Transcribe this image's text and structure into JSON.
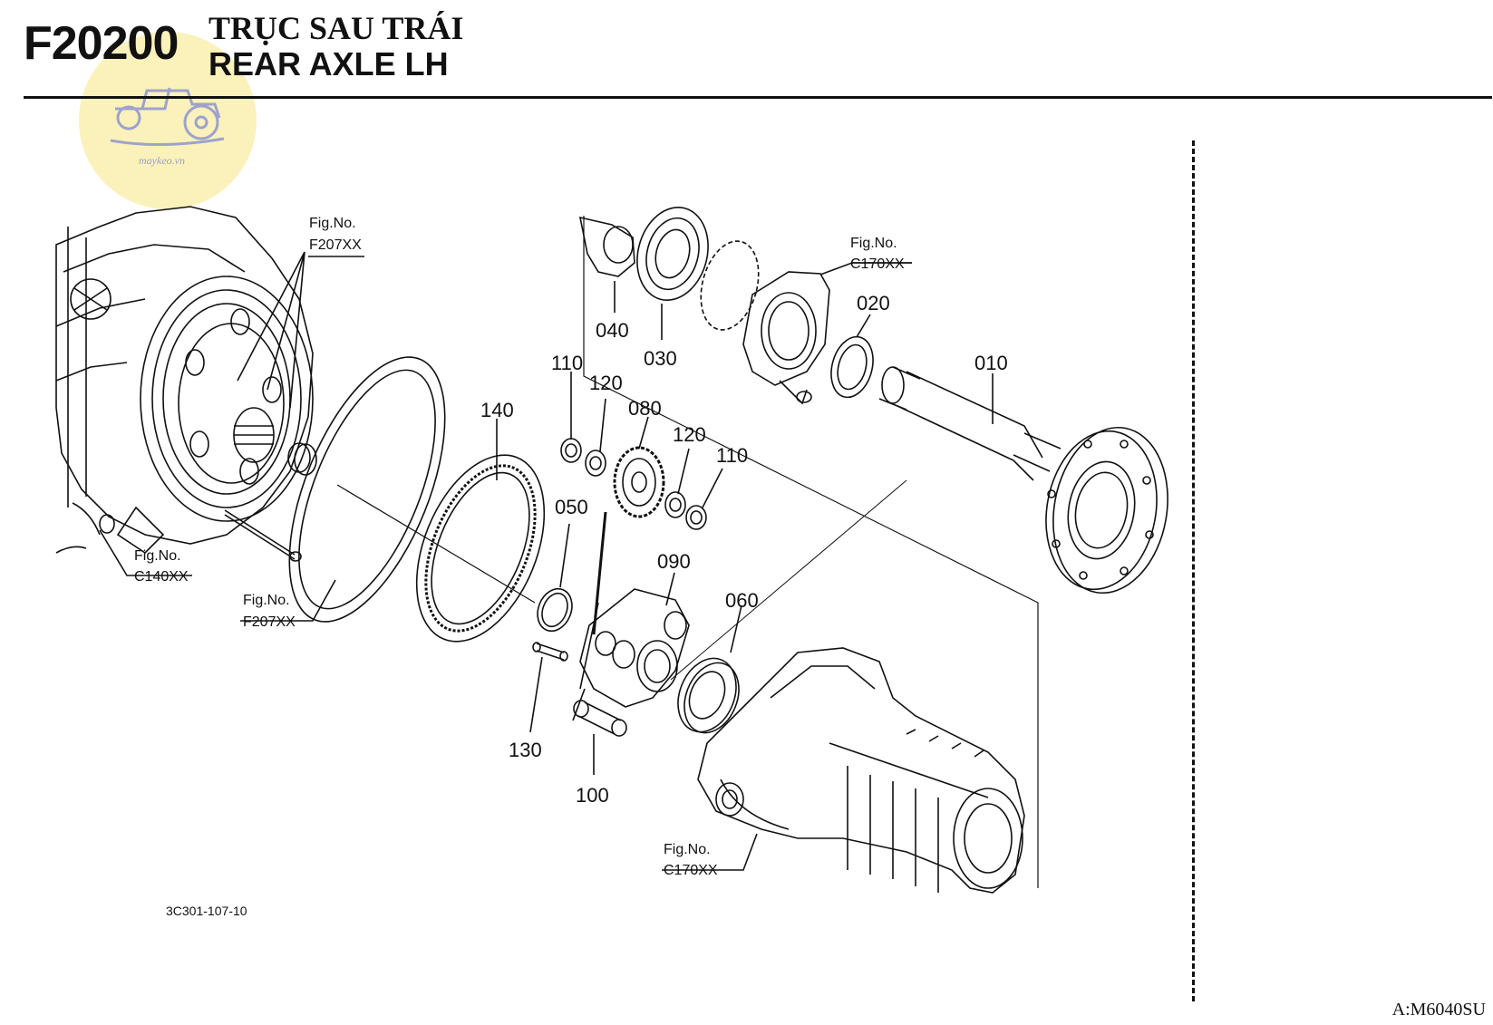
{
  "header": {
    "code": "F20200",
    "title_vi": "TRỤC SAU TRÁI",
    "title_en": "REAR AXLE LH"
  },
  "logo": {
    "text": "maykeo.vn"
  },
  "drawing_number": "3C301-107-10",
  "sheet_ref": "A:M6040SU",
  "fig_refs": {
    "f207_top": {
      "line1": "Fig.No.",
      "line2": "F207XX"
    },
    "c170_top": {
      "line1": "Fig.No.",
      "line2": "C170XX"
    },
    "c140": {
      "line1": "Fig.No.",
      "line2": "C140XX"
    },
    "f207_bottom": {
      "line1": "Fig.No.",
      "line2": "F207XX"
    },
    "c170_bottom": {
      "line1": "Fig.No.",
      "line2": "C170XX"
    }
  },
  "parts": {
    "p010": "010",
    "p020": "020",
    "p030": "030",
    "p040": "040",
    "p050": "050",
    "p060": "060",
    "p080": "080",
    "p090": "090",
    "p100": "100",
    "p110a": "110",
    "p110b": "110",
    "p120a": "120",
    "p120b": "120",
    "p130": "130",
    "p140": "140"
  },
  "icons": [
    "tractor-icon",
    "clutch-housing-icon",
    "ring-gear-icon",
    "axle-shaft-icon",
    "axle-housing-icon"
  ]
}
